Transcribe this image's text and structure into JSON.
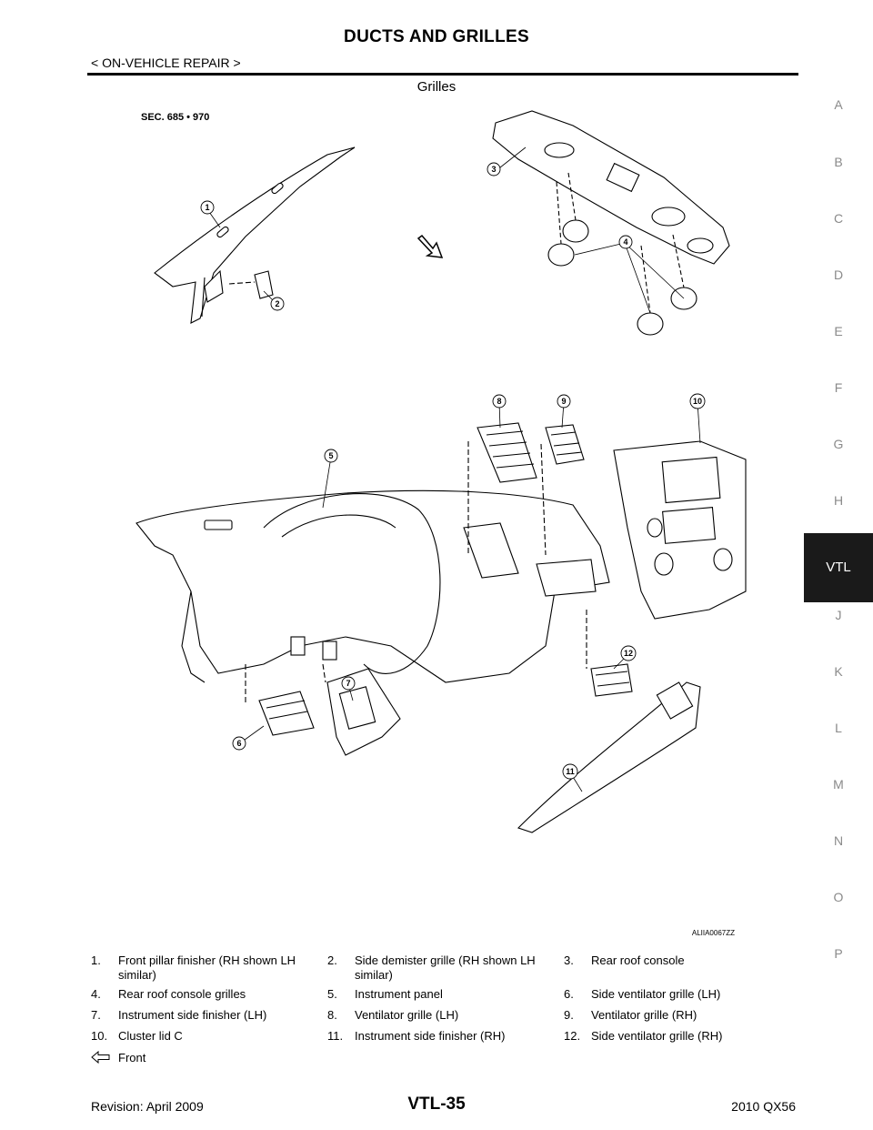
{
  "header": {
    "title": "DUCTS AND GRILLES",
    "subtitle": "< ON-VEHICLE REPAIR >",
    "section": "Grilles"
  },
  "tabs": [
    {
      "label": "A",
      "active": false
    },
    {
      "label": "B",
      "active": false
    },
    {
      "label": "C",
      "active": false
    },
    {
      "label": "D",
      "active": false
    },
    {
      "label": "E",
      "active": false
    },
    {
      "label": "F",
      "active": false
    },
    {
      "label": "G",
      "active": false
    },
    {
      "label": "H",
      "active": false
    },
    {
      "label": "VTL",
      "active": true
    },
    {
      "label": "J",
      "active": false
    },
    {
      "label": "K",
      "active": false
    },
    {
      "label": "L",
      "active": false
    },
    {
      "label": "M",
      "active": false
    },
    {
      "label": "N",
      "active": false
    },
    {
      "label": "O",
      "active": false
    },
    {
      "label": "P",
      "active": false
    }
  ],
  "figure": {
    "section_label": "SEC. 685 • 970",
    "figure_id": "ALIIA0067ZZ",
    "callouts": [
      "1",
      "2",
      "3",
      "4",
      "5",
      "6",
      "7",
      "8",
      "9",
      "10",
      "11",
      "12"
    ]
  },
  "legend": {
    "rows": [
      [
        {
          "num": "1.",
          "label": "Front pillar finisher (RH shown LH similar)"
        },
        {
          "num": "2.",
          "label": "Side demister grille (RH shown LH similar)"
        },
        {
          "num": "3.",
          "label": "Rear roof console"
        }
      ],
      [
        {
          "num": "4.",
          "label": "Rear roof console grilles"
        },
        {
          "num": "5.",
          "label": "Instrument panel"
        },
        {
          "num": "6.",
          "label": "Side ventilator grille (LH)"
        }
      ],
      [
        {
          "num": "7.",
          "label": "Instrument side finisher (LH)"
        },
        {
          "num": "8.",
          "label": "Ventilator grille (LH)"
        },
        {
          "num": "9.",
          "label": "Ventilator grille (RH)"
        }
      ],
      [
        {
          "num": "10.",
          "label": "Cluster lid C"
        },
        {
          "num": "11.",
          "label": "Instrument side finisher (RH)"
        },
        {
          "num": "12.",
          "label": "Side ventilator grille (RH)"
        }
      ]
    ],
    "front_icon": "front-arrow-icon",
    "front_label": "Front"
  },
  "footer": {
    "revision": "Revision: April 2009",
    "page": "VTL-35",
    "model": "2010 QX56"
  }
}
